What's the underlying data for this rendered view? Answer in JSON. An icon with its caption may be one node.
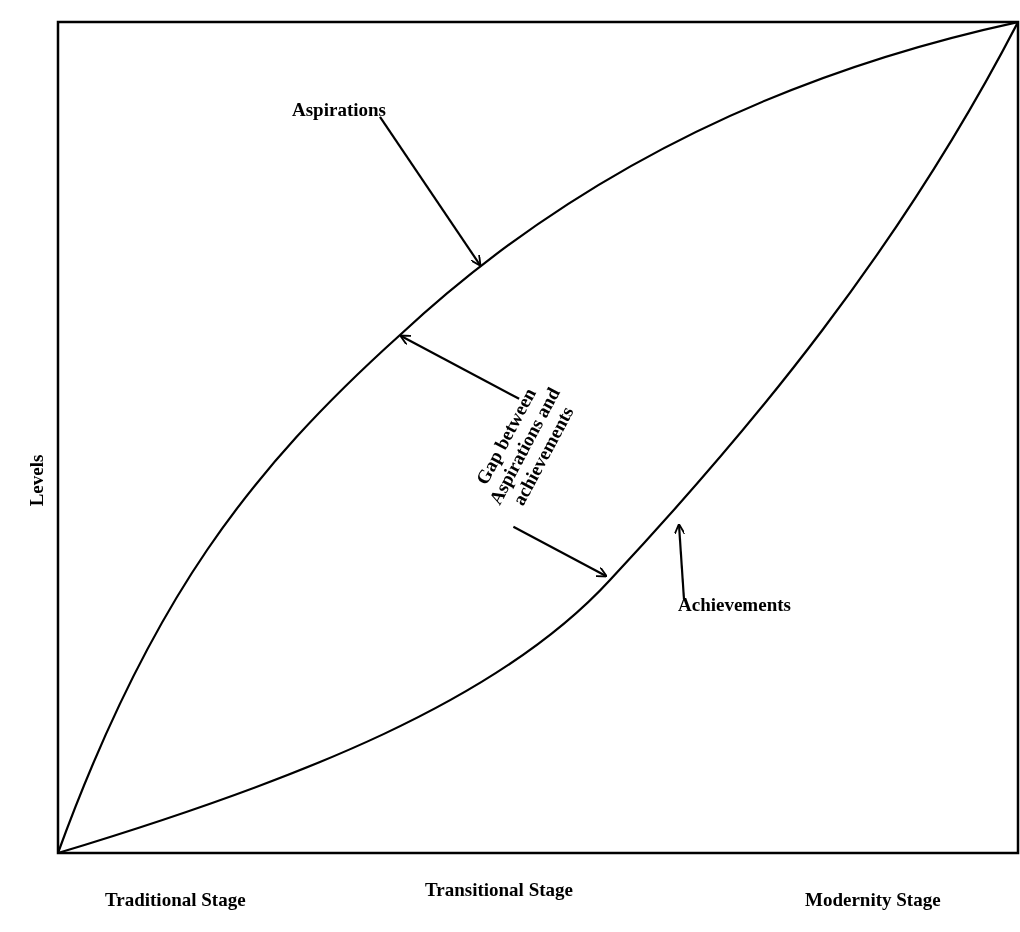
{
  "diagram": {
    "nodes": [
      {
        "text": [
          "Aspirations"
        ]
      },
      {
        "text": [
          "Gap between Aspirations and achievements"
        ]
      },
      {
        "text": [
          "Achievements"
        ]
      }
    ],
    "edges": [
      {
        "from": 0,
        "to": null,
        "arrow": "to"
      },
      {
        "from": 1,
        "to": null,
        "arrow": "to"
      },
      {
        "from": 1,
        "to": null,
        "arrow": "to"
      },
      {
        "from": 2,
        "to": null,
        "arrow": "to"
      }
    ],
    "labels": [
      "Levels",
      "Traditional Stage",
      "Transitional Stage",
      "Modernity Stage"
    ]
  }
}
